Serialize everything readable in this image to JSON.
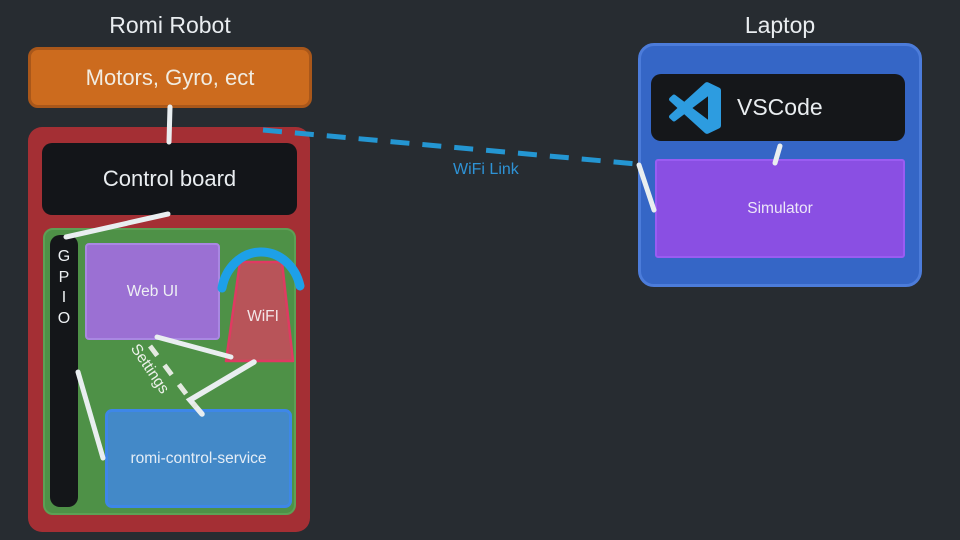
{
  "canvas": {
    "background": "#272c31"
  },
  "romi": {
    "title": "Romi Robot",
    "motors": {
      "label": "Motors, Gyro, ect",
      "fill": "#cc6b1e",
      "border": "#a9571a"
    },
    "container": {
      "fill": "#a42f34"
    },
    "control_board": {
      "label": "Control board",
      "fill": "#131519"
    },
    "board": {
      "fill": "#4e9147",
      "border": "#5da055"
    },
    "gpio": {
      "letters": [
        "G",
        "P",
        "I",
        "O"
      ],
      "fill": "#141619"
    },
    "web_ui": {
      "label": "Web UI",
      "fill": "#9b70d3",
      "border": "#a988e2"
    },
    "wifi": {
      "label": "WiFI",
      "fill": "#b85459",
      "border": "#e03a62",
      "arc_color": "#1da0e8"
    },
    "settings": {
      "label": "Settings"
    },
    "service": {
      "label": "romi-control-service",
      "fill": "#4389c8",
      "border": "#3e87e8"
    }
  },
  "laptop": {
    "title": "Laptop",
    "container": {
      "fill": "#3566c6",
      "border": "#4c7cda"
    },
    "vscode": {
      "label": "VSCode",
      "fill": "#15171a",
      "icon": "vscode-logo",
      "logo_color": "#2d9ce0"
    },
    "simulator": {
      "label": "Simulator",
      "fill": "#8a4fe3",
      "border": "#9a5cf2"
    }
  },
  "wifi_link": {
    "label": "WiFi Link",
    "color": "#2496d2"
  },
  "connectors": {
    "color": "#e9eef0"
  }
}
